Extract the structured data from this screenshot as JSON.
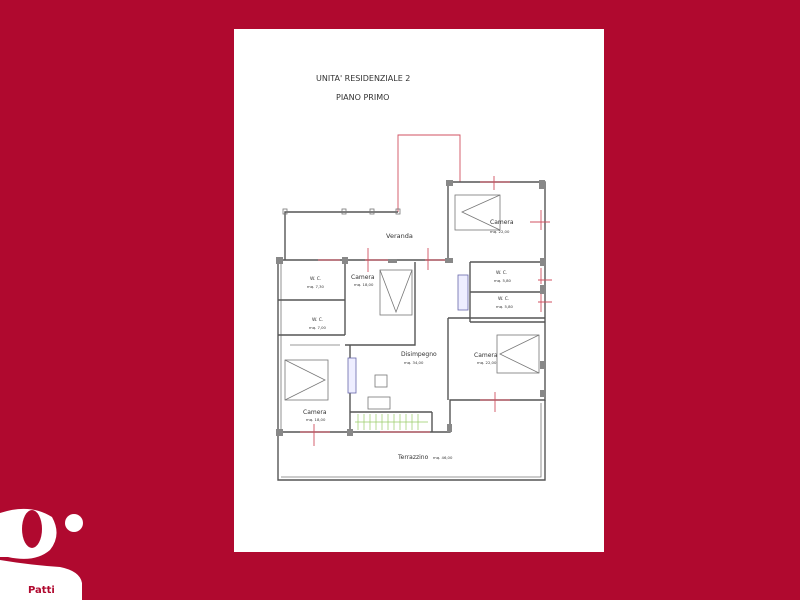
{
  "plan": {
    "title": "UNITA' RESIDENZIALE 2",
    "subtitle": "PIANO PRIMO",
    "rooms": [
      {
        "name": "Veranda",
        "area": ""
      },
      {
        "name": "Camera",
        "area": "mq. 22,00"
      },
      {
        "name": "W. C.",
        "area": "mq. 7,30"
      },
      {
        "name": "Camera",
        "area": "mq. 18,00"
      },
      {
        "name": "W. C.",
        "area": "mq. 5,80"
      },
      {
        "name": "W. C.",
        "area": "mq. 5,80"
      },
      {
        "name": "W. C.",
        "area": "mq. 7,00"
      },
      {
        "name": "Disimpegno",
        "area": "mq. 34,00"
      },
      {
        "name": "Camera",
        "area": "mq. 22,00"
      },
      {
        "name": "Camera",
        "area": "mq. 18,00"
      },
      {
        "name": "Terrazzino",
        "area": "mq. 46,00"
      }
    ]
  },
  "logo": {
    "letter": "g",
    "brand": "Patti"
  },
  "colors": {
    "background": "#b0092f",
    "paper": "#ffffff",
    "window_marks": "#d05060",
    "stairs": "#9c6"
  }
}
